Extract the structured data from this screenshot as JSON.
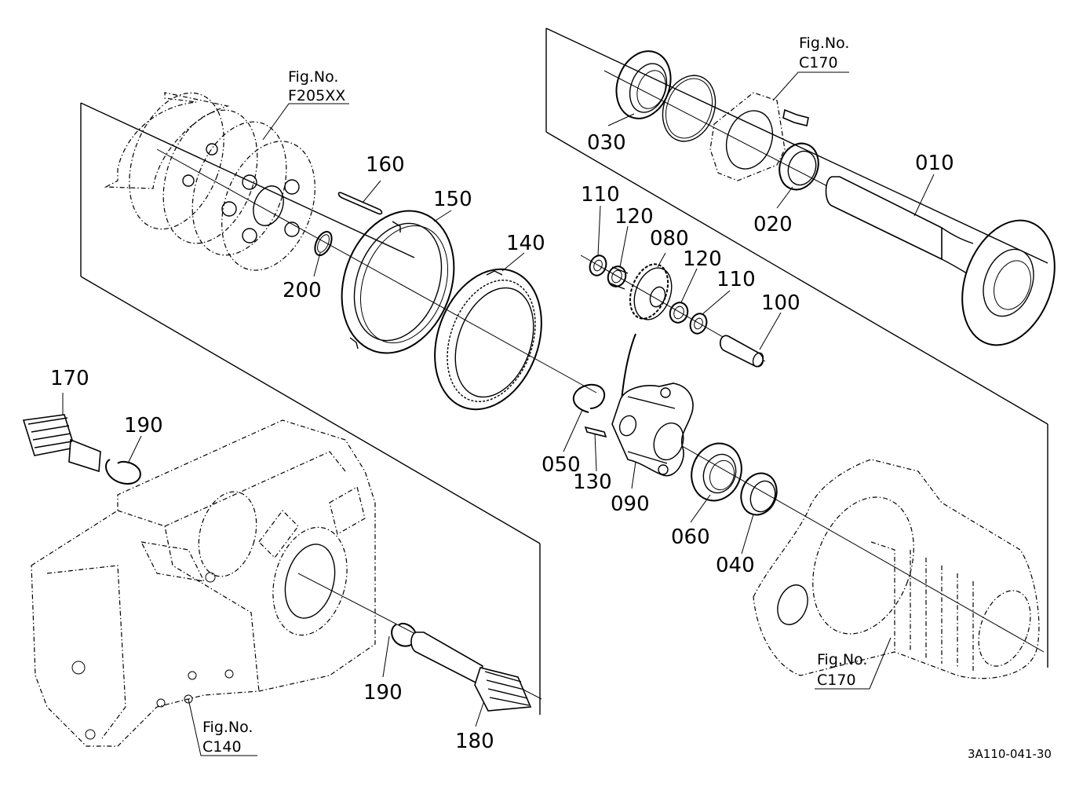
{
  "parts": [
    {
      "id": "p010",
      "label": "010"
    },
    {
      "id": "p020",
      "label": "020"
    },
    {
      "id": "p030",
      "label": "030"
    },
    {
      "id": "p040",
      "label": "040"
    },
    {
      "id": "p050",
      "label": "050"
    },
    {
      "id": "p060",
      "label": "060"
    },
    {
      "id": "p080",
      "label": "080"
    },
    {
      "id": "p090",
      "label": "090"
    },
    {
      "id": "p100",
      "label": "100"
    },
    {
      "id": "p110a",
      "label": "110"
    },
    {
      "id": "p110b",
      "label": "110"
    },
    {
      "id": "p120a",
      "label": "120"
    },
    {
      "id": "p120b",
      "label": "120"
    },
    {
      "id": "p130",
      "label": "130"
    },
    {
      "id": "p140",
      "label": "140"
    },
    {
      "id": "p150",
      "label": "150"
    },
    {
      "id": "p160",
      "label": "160"
    },
    {
      "id": "p170",
      "label": "170"
    },
    {
      "id": "p180",
      "label": "180"
    },
    {
      "id": "p190a",
      "label": "190"
    },
    {
      "id": "p190b",
      "label": "190"
    },
    {
      "id": "p200",
      "label": "200"
    }
  ],
  "fig_refs": {
    "f205": {
      "line1": "Fig.No.",
      "line2": "F205XX"
    },
    "c170_top": {
      "line1": "Fig.No.",
      "line2": "C170"
    },
    "c170_bottom": {
      "line1": "Fig.No.",
      "line2": "C170"
    },
    "c140": {
      "line1": "Fig.No.",
      "line2": "C140"
    }
  },
  "drawing_code": "3A110-041-30"
}
